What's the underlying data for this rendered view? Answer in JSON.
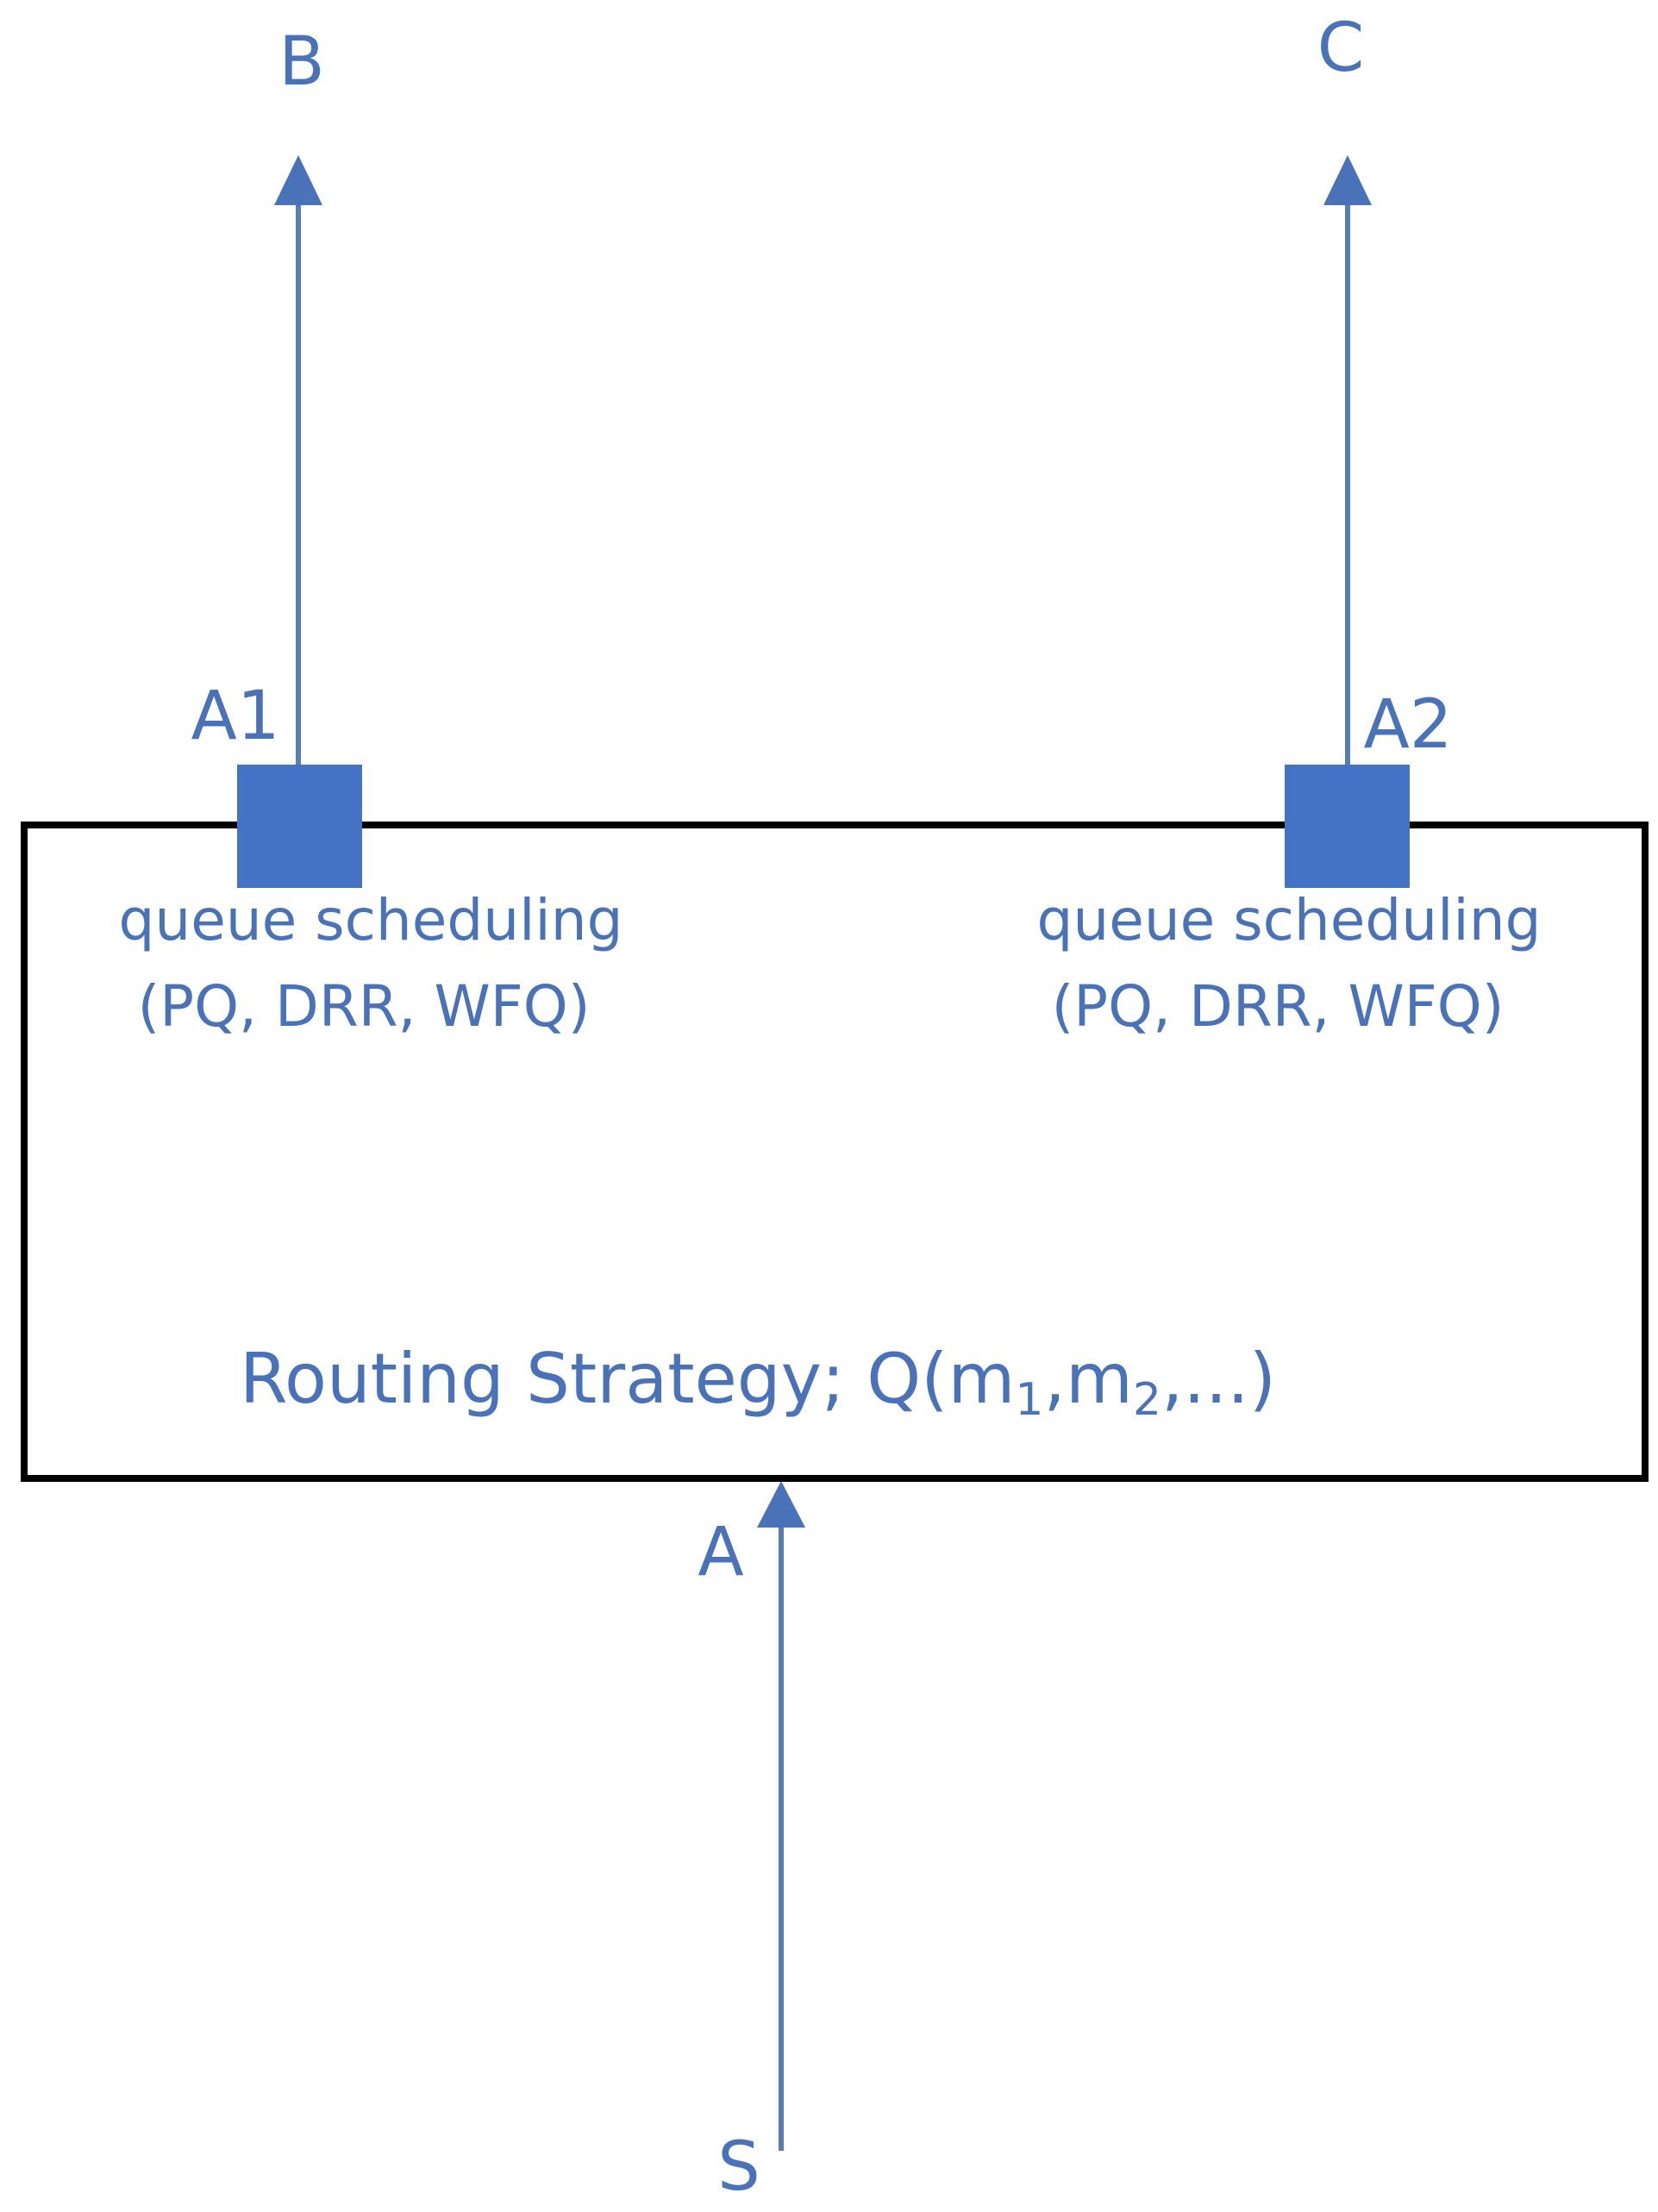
{
  "colors": {
    "accent": "#4a72b8",
    "arrow": "#5b7bb5",
    "box_border": "#000000",
    "background": "#ffffff"
  },
  "nodes": {
    "top_left": "B",
    "top_right": "C",
    "port_left": "A1",
    "port_right": "A2",
    "entry": "A",
    "source": "S"
  },
  "scheduler_left": {
    "line1": "queue scheduling",
    "line2": "(PQ, DRR, WFQ)"
  },
  "scheduler_right": {
    "line1": "queue scheduling",
    "line2": "(PQ, DRR, WFQ)"
  },
  "routing": {
    "prefix": "Routing Strategy; Q(m",
    "sub1": "1",
    "sep": ",m",
    "sub2": "2",
    "suffix": ",...)"
  }
}
